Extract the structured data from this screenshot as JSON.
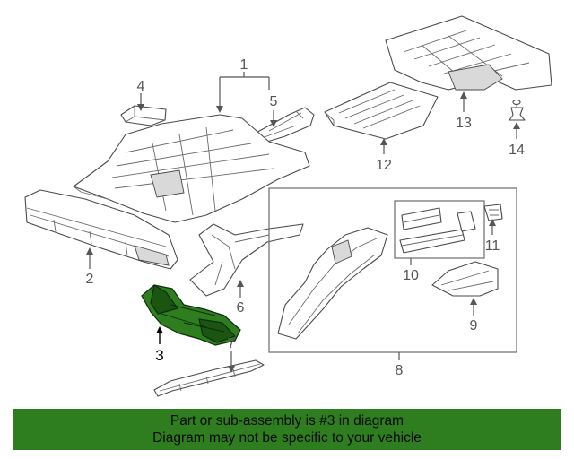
{
  "colors": {
    "highlight": "#2e7d1e",
    "highlight_dark": "#1c5412",
    "banner_bg": "#2e7d1e",
    "line": "#4a4a4a",
    "callout_text": "#555555"
  },
  "callouts": {
    "c1": "1",
    "c2": "2",
    "c3": "3",
    "c4": "4",
    "c5": "5",
    "c6": "6",
    "c7": "7",
    "c8": "8",
    "c9": "9",
    "c10": "10",
    "c11": "11",
    "c12": "12",
    "c13": "13",
    "c14": "14"
  },
  "highlighted_part": "3",
  "banner": {
    "line1": "Part or sub-assembly is #3 in diagram",
    "line2": "Diagram may not be specific to your vehicle"
  }
}
